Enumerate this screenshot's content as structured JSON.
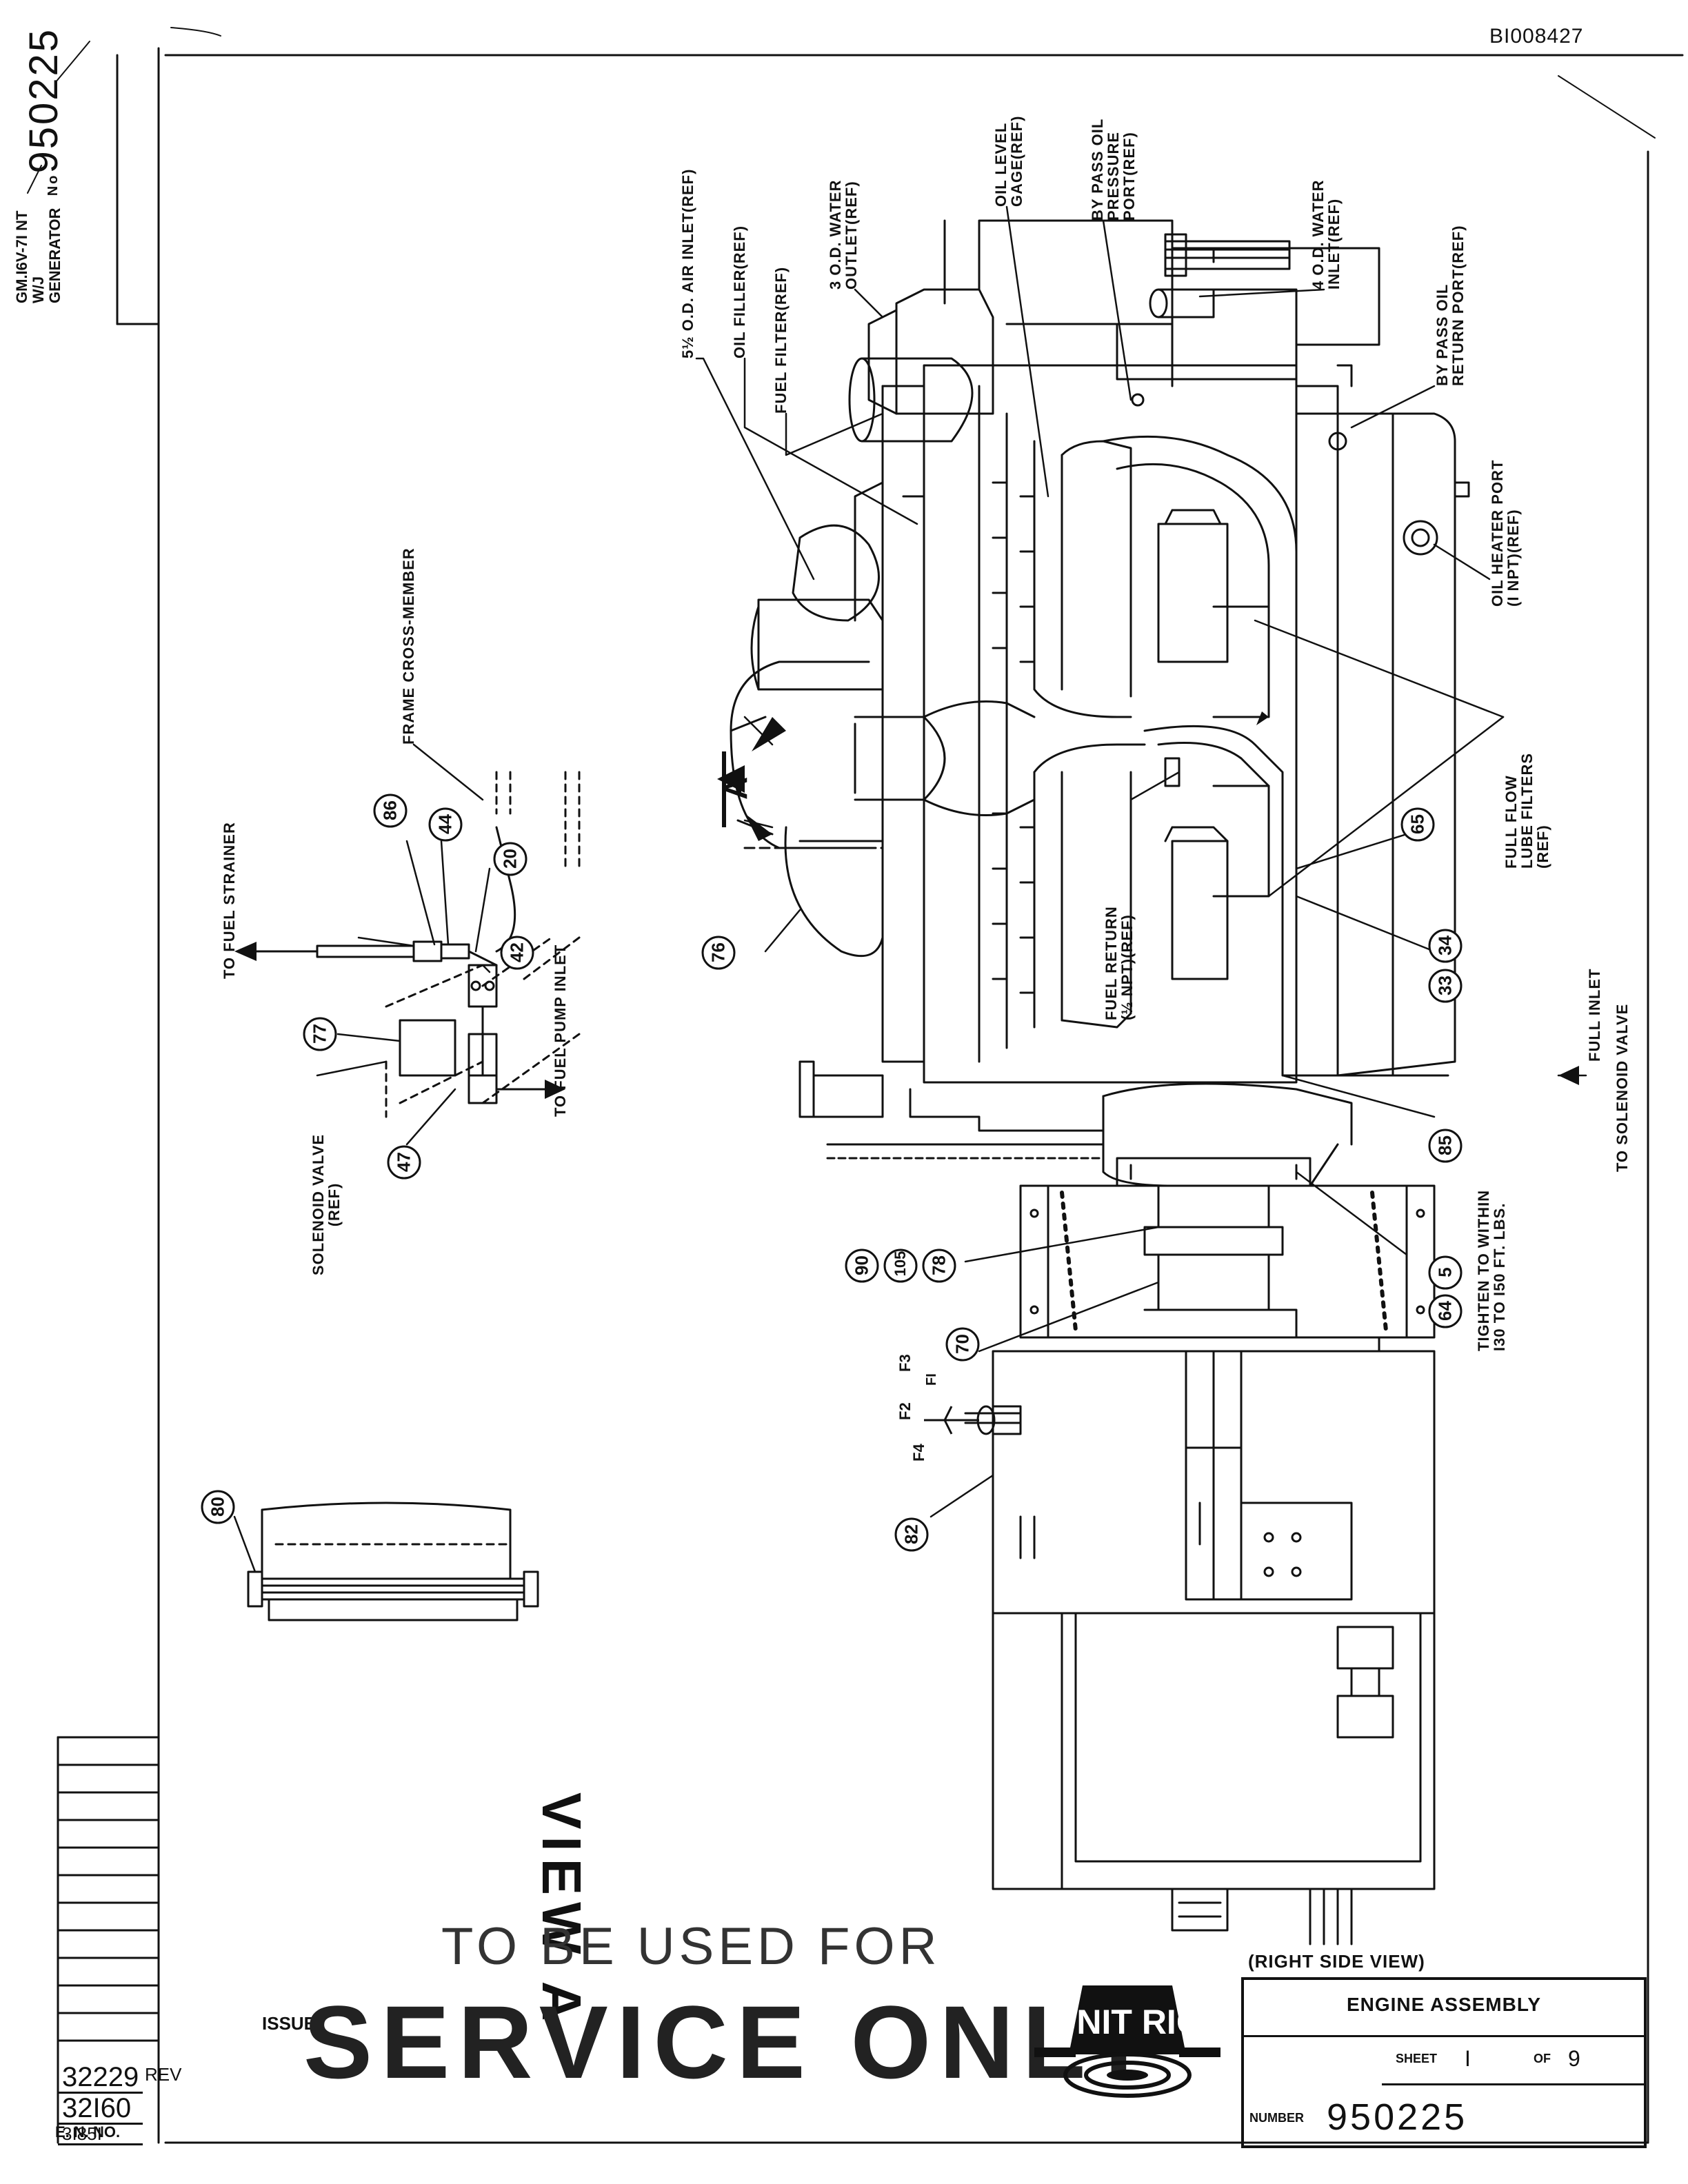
{
  "document": {
    "id": "BI008427",
    "drawing_code": "GM.I6V-7I NT",
    "drawing_desc": "W/J GENERATOR",
    "drawing_number_prefix": "No",
    "drawing_number": "950225",
    "view_label": "VIEW A",
    "view_arrow_label": "A"
  },
  "title_block": {
    "view_note": "(RIGHT SIDE VIEW)",
    "title": "ENGINE ASSEMBLY",
    "sheet_label": "SHEET",
    "sheet_number": "I",
    "of_label": "OF",
    "sheet_total": "9",
    "number_label": "NUMBER",
    "number": "950225",
    "logo_text": "UNIT RIG"
  },
  "revisions": {
    "entries": [
      "32229",
      "32I60",
      "3I85I"
    ],
    "rev_mark": "REV",
    "label": "E. N. NO."
  },
  "stamp": {
    "line1": "TO BE USED FOR",
    "line2": "SERVICE ONLY",
    "prefix": "ISSUE"
  },
  "callouts": {
    "air_inlet": "5½ O.D. AIR INLET(REF)",
    "oil_filler": "OIL FILLER(REF)",
    "fuel_filter": "FUEL FILTER(REF)",
    "water_outlet_a": "3 O.D. WATER",
    "water_outlet_b": "OUTLET(REF)",
    "oil_level_a": "OIL LEVEL",
    "oil_level_b": "GAGE(REF)",
    "bypass_pressure_a": "BY PASS OIL",
    "bypass_pressure_b": "PRESSURE",
    "bypass_pressure_c": "PORT(REF)",
    "water_inlet_a": "4 O.D. WATER",
    "water_inlet_b": "INLET(REF)",
    "bypass_return_a": "BY PASS OIL",
    "bypass_return_b": "RETURN PORT(REF)",
    "oil_heater_a": "OIL HEATER PORT",
    "oil_heater_b": "(I NPT)(REF)",
    "lube_filters_a": "FULL FLOW",
    "lube_filters_b": "LUBE FILTERS",
    "lube_filters_c": "(REF)",
    "fuel_return_a": "FUEL RETURN",
    "fuel_return_b": "(½ NPT)(REF)",
    "full_inlet": "FULL INLET",
    "to_solenoid": "TO SOLENOID VALVE",
    "torque_a": "TIGHTEN TO WITHIN",
    "torque_b": "I30 TO I50 FT. LBS.",
    "frame_cross": "FRAME CROSS-MEMBER",
    "to_fuel_strainer": "TO FUEL STRAINER",
    "to_fuel_pump": "TO FUEL PUMP INLET",
    "solenoid_a": "SOLENOID VALVE",
    "solenoid_b": "(REF)",
    "f1": "FI",
    "f2": "F2",
    "f3": "F3",
    "f4": "F4"
  },
  "balloons": {
    "b86": "86",
    "b44": "44",
    "b20": "20",
    "b42": "42",
    "b77": "77",
    "b47": "47",
    "b76": "76",
    "b65": "65",
    "b33": "33",
    "b34": "34",
    "b85": "85",
    "b64": "64",
    "b5": "5",
    "b90": "90",
    "b105": "105",
    "b78": "78",
    "b70": "70",
    "b82": "82",
    "b80": "80"
  }
}
